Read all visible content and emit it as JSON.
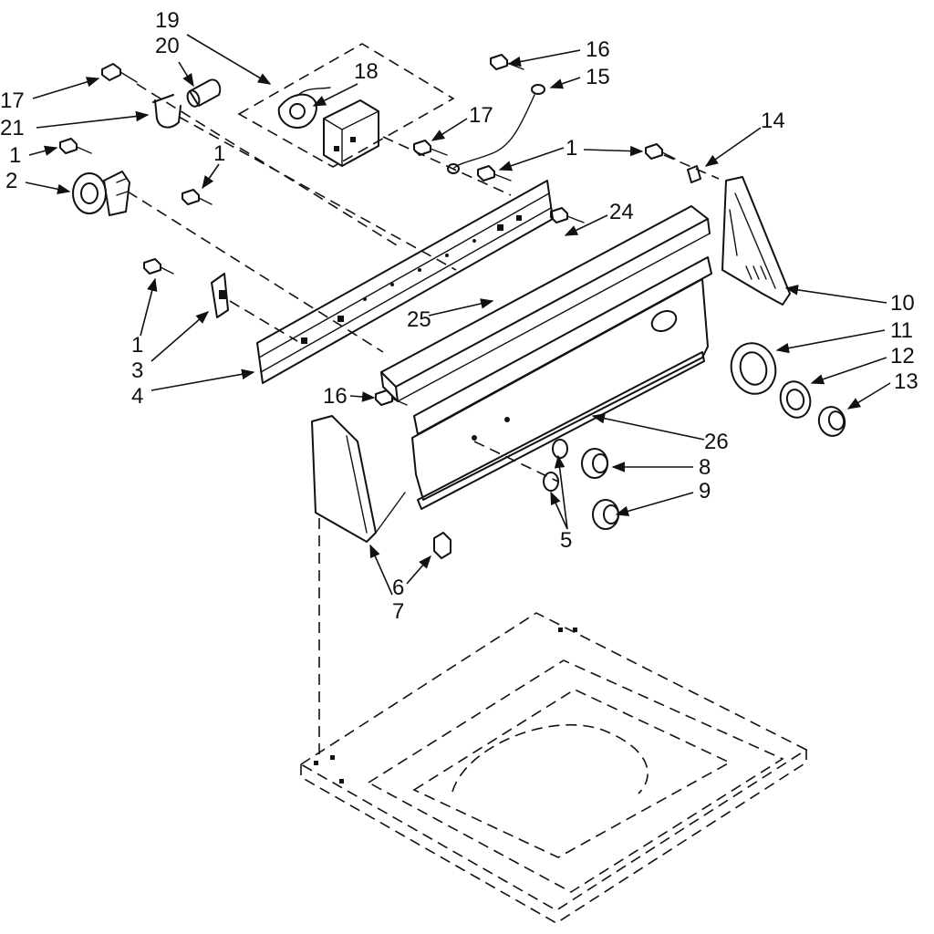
{
  "callouts": [
    {
      "id": "c19",
      "text": "19"
    },
    {
      "id": "c20",
      "text": "20"
    },
    {
      "id": "c18",
      "text": "18"
    },
    {
      "id": "c16a",
      "text": "16"
    },
    {
      "id": "c15",
      "text": "15"
    },
    {
      "id": "c17a",
      "text": "17"
    },
    {
      "id": "c21",
      "text": "21"
    },
    {
      "id": "c17b",
      "text": "17"
    },
    {
      "id": "c1a",
      "text": "1"
    },
    {
      "id": "c2",
      "text": "2"
    },
    {
      "id": "c1b",
      "text": "1"
    },
    {
      "id": "c1c",
      "text": "1"
    },
    {
      "id": "c14",
      "text": "14"
    },
    {
      "id": "c24",
      "text": "24"
    },
    {
      "id": "c25",
      "text": "25"
    },
    {
      "id": "c10",
      "text": "10"
    },
    {
      "id": "c11",
      "text": "11"
    },
    {
      "id": "c12",
      "text": "12"
    },
    {
      "id": "c13",
      "text": "13"
    },
    {
      "id": "c1d",
      "text": "1"
    },
    {
      "id": "c3",
      "text": "3"
    },
    {
      "id": "c4",
      "text": "4"
    },
    {
      "id": "c16b",
      "text": "16"
    },
    {
      "id": "c26",
      "text": "26"
    },
    {
      "id": "c8",
      "text": "8"
    },
    {
      "id": "c9",
      "text": "9"
    },
    {
      "id": "c5",
      "text": "5"
    },
    {
      "id": "c6",
      "text": "6"
    },
    {
      "id": "c7",
      "text": "7"
    }
  ]
}
